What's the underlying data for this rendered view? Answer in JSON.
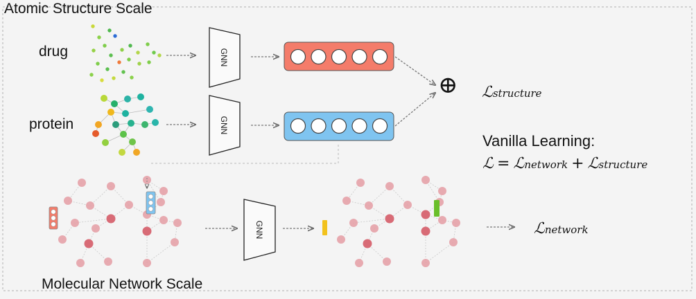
{
  "title": "Atomic Structure Scale",
  "bottom_title": "Molecular Network Scale",
  "entities": {
    "drug": "drug",
    "protein": "protein"
  },
  "gnn_label": "GNN",
  "loss": {
    "script_letter": "ℒ",
    "structure_sub": "structure",
    "network_sub": "network",
    "plus": "+",
    "equals": "="
  },
  "vanilla": {
    "heading": "Vanilla Learning:"
  },
  "operator": "⊕",
  "colors": {
    "drug_vector": "#f47c6a",
    "protein_vector": "#7fc4f0",
    "network_node": "#e1868d",
    "highlight_yellow": "#f2c21d",
    "highlight_green": "#6abf2a",
    "arrow": "#777777"
  }
}
